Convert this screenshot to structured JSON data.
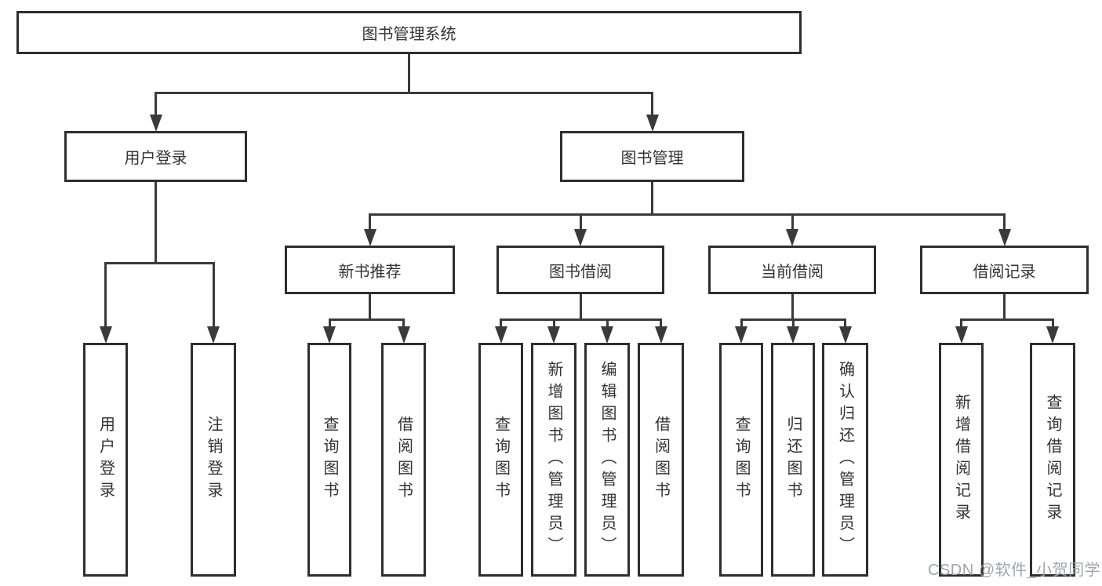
{
  "diagram": {
    "title": "图书管理系统",
    "nodes": [
      {
        "id": "root",
        "label": "图书管理系统",
        "parent": null
      },
      {
        "id": "user-login",
        "label": "用户登录",
        "parent": "root"
      },
      {
        "id": "book-mgmt",
        "label": "图书管理",
        "parent": "root"
      },
      {
        "id": "login",
        "label": "用户登录",
        "parent": "user-login"
      },
      {
        "id": "logout",
        "label": "注销登录",
        "parent": "user-login"
      },
      {
        "id": "new-rec",
        "label": "新书推荐",
        "parent": "book-mgmt"
      },
      {
        "id": "book-borrow",
        "label": "图书借阅",
        "parent": "book-mgmt"
      },
      {
        "id": "current-borrow",
        "label": "当前借阅",
        "parent": "book-mgmt"
      },
      {
        "id": "borrow-record",
        "label": "借阅记录",
        "parent": "book-mgmt"
      },
      {
        "id": "nr-query",
        "label": "查询图书",
        "parent": "new-rec"
      },
      {
        "id": "nr-borrow",
        "label": "借阅图书",
        "parent": "new-rec"
      },
      {
        "id": "bb-query",
        "label": "查询图书",
        "parent": "book-borrow"
      },
      {
        "id": "bb-add",
        "label": "新增图书（管理员）",
        "parent": "book-borrow"
      },
      {
        "id": "bb-edit",
        "label": "编辑图书（管理员）",
        "parent": "book-borrow"
      },
      {
        "id": "bb-borrow",
        "label": "借阅图书",
        "parent": "book-borrow"
      },
      {
        "id": "cb-query",
        "label": "查询图书",
        "parent": "current-borrow"
      },
      {
        "id": "cb-return",
        "label": "归还图书",
        "parent": "current-borrow"
      },
      {
        "id": "cb-confirm",
        "label": "确认归还（管理员）",
        "parent": "current-borrow"
      },
      {
        "id": "br-add",
        "label": "新增借阅记录",
        "parent": "borrow-record"
      },
      {
        "id": "br-query",
        "label": "查询借阅记录",
        "parent": "borrow-record"
      }
    ]
  },
  "watermark": {
    "text": "CSDN @软件_小贺同学"
  },
  "colors": {
    "background": "#ffffff",
    "line": "#3a3a3a",
    "box_border": "#2e2e2e",
    "text": "#333333",
    "watermark": "#9ca0a6"
  }
}
